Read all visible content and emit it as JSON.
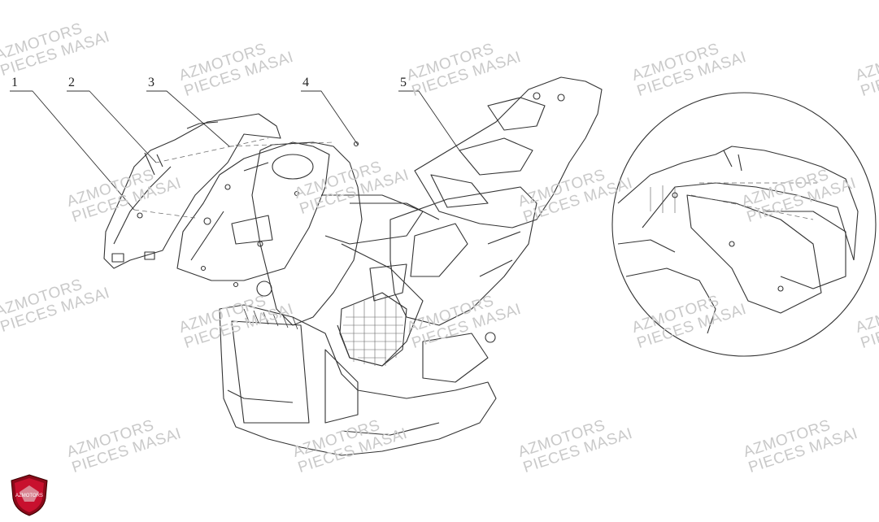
{
  "watermark": {
    "line1": "AZMOTORS",
    "line2": "PIECES MASAI"
  },
  "callouts": [
    "1",
    "2",
    "3",
    "4",
    "5"
  ],
  "logo": {
    "text": "AZMOTORS",
    "color": "#c8102e"
  }
}
